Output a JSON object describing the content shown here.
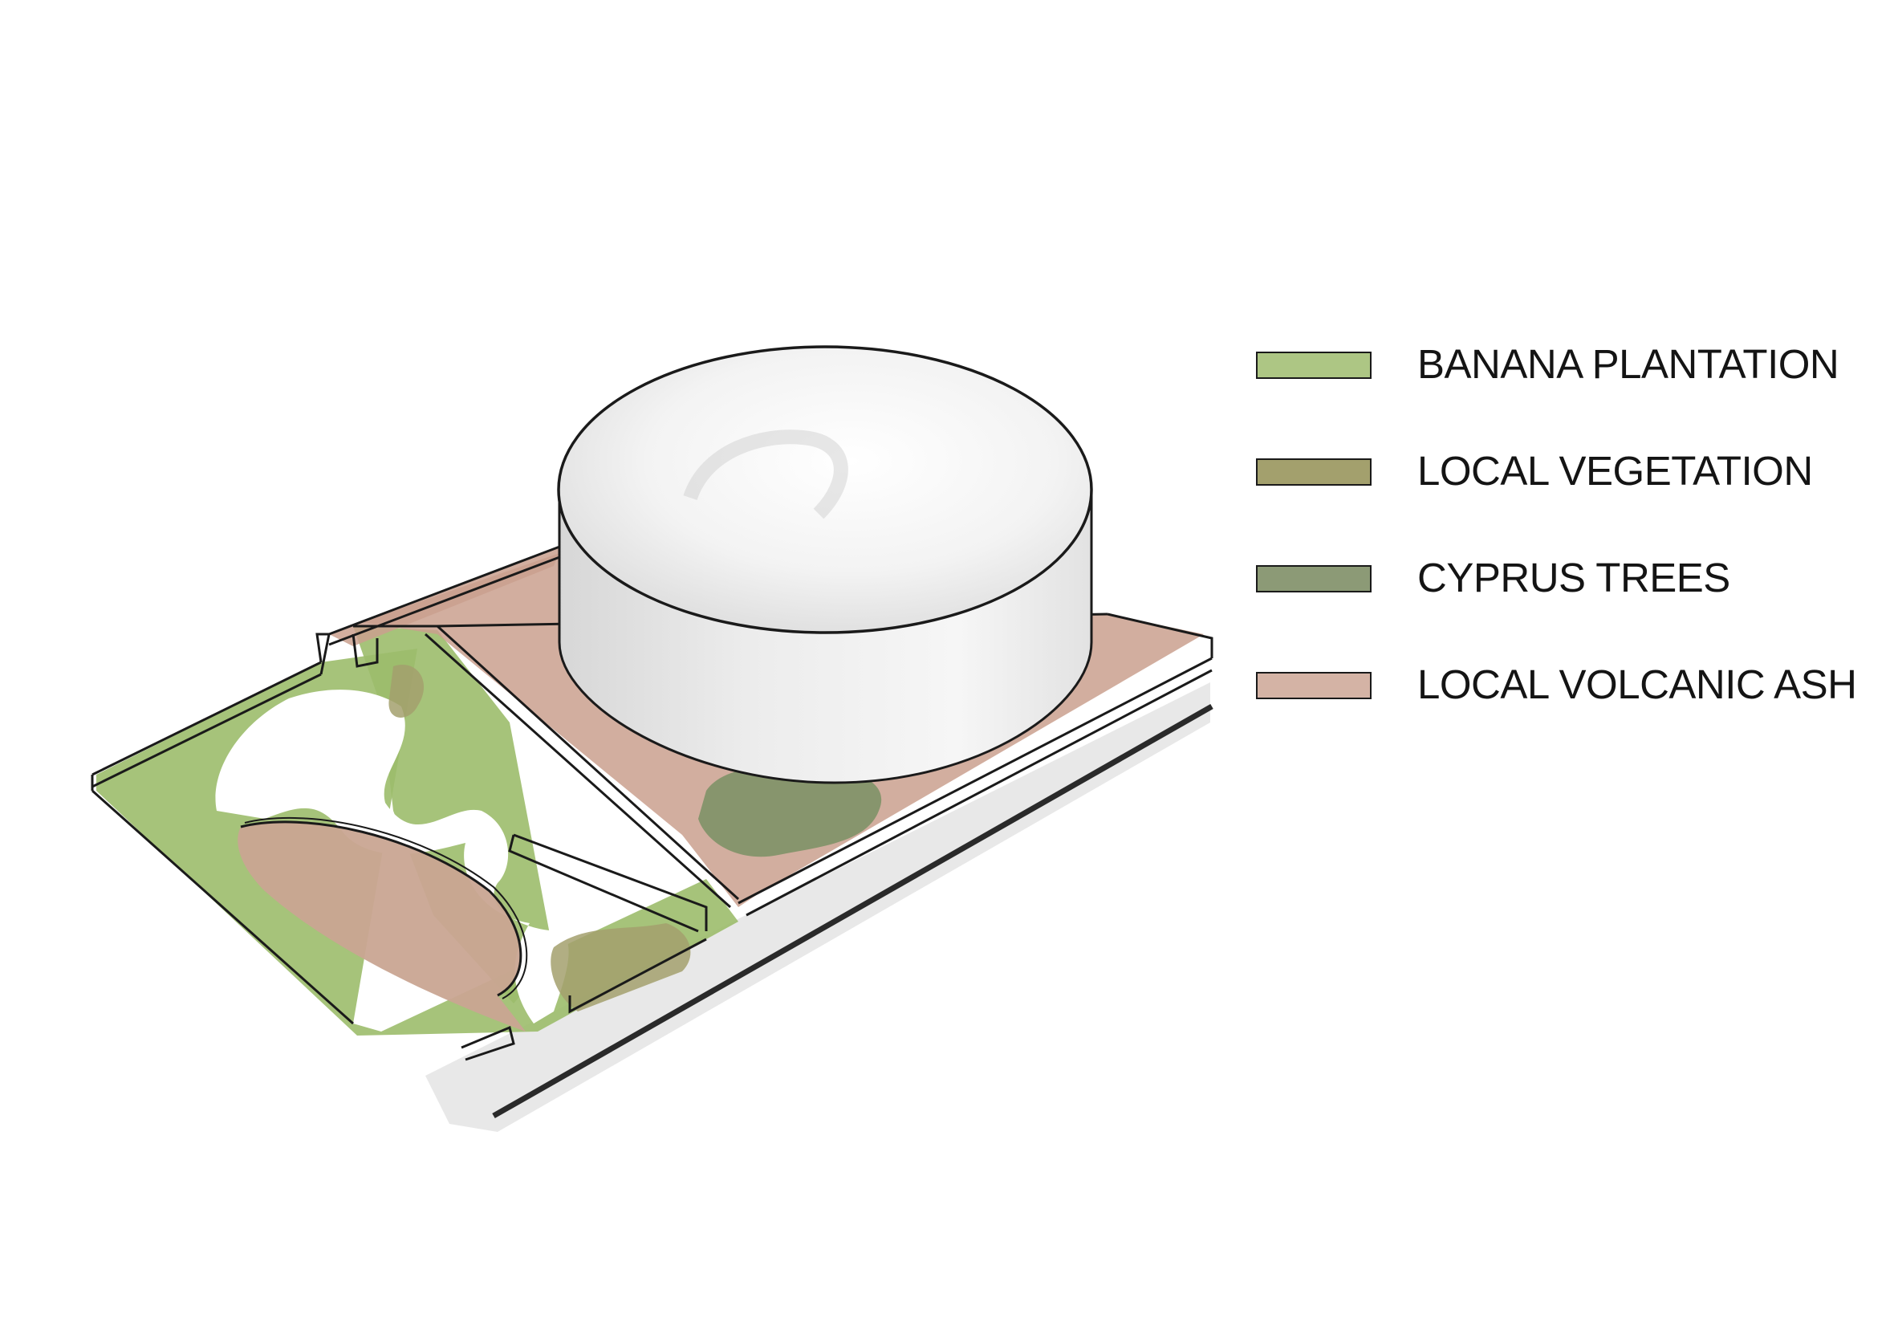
{
  "legend": {
    "items": [
      {
        "label": "BANANA PLANTATION",
        "color": "#adc684"
      },
      {
        "label": "LOCAL VEGETATION",
        "color": "#a3a06d"
      },
      {
        "label": "CYPRUS TREES",
        "color": "#8c9a76"
      },
      {
        "label": "LOCAL VOLCANIC ASH",
        "color": "#d4b3a5"
      }
    ]
  },
  "colors": {
    "banana_green": "#9cbd6c",
    "local_vegetation": "#a3a06d",
    "cyprus_trees": "#7a9064",
    "volcanic_ash": "#caa08e",
    "building_white": "#f2f2f2",
    "road_grey": "#e6e6e6",
    "outline": "#1a1a1a"
  },
  "icons": {
    "building": "cylinder-building-icon"
  }
}
